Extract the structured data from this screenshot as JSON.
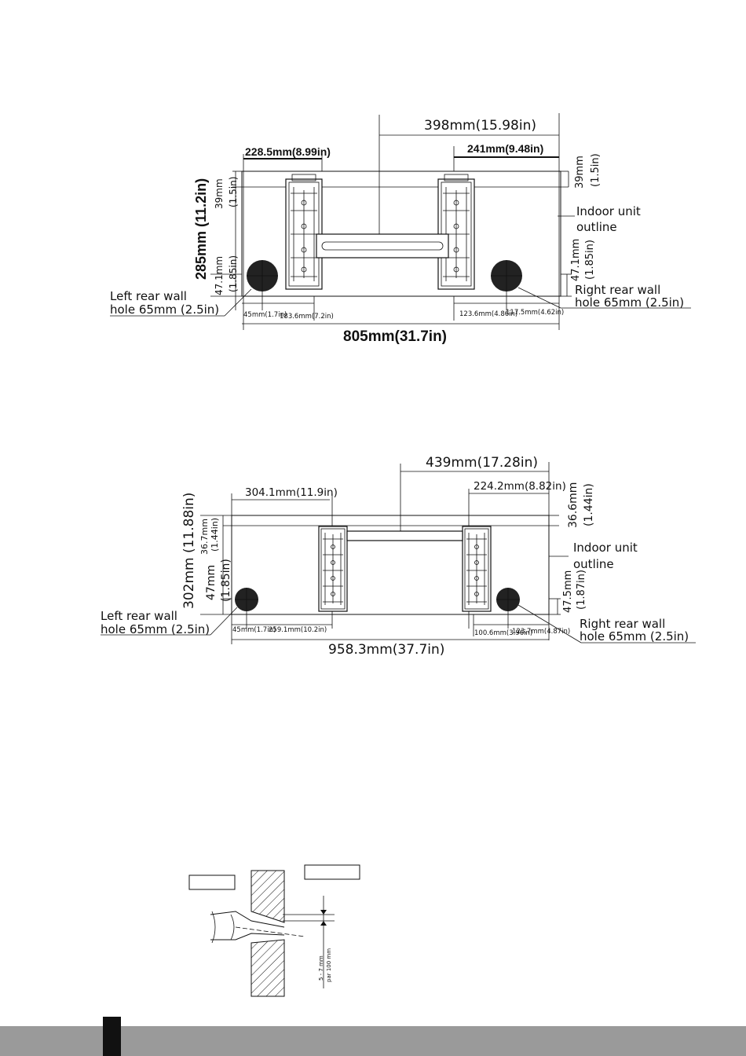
{
  "diagram1": {
    "top_dim": "398mm(15.98in)",
    "left_bracket_dim": "228.5mm(8.99in)",
    "right_bracket_dim": "241mm(9.48in)",
    "right_top_offset": "39mm",
    "right_top_offset_in": "(1.5in)",
    "left_top_offset": "39mm",
    "left_top_offset_in": "(1.5in)",
    "height_dim": "285mm (11.2in)",
    "left_hole_height": "47.1mm",
    "left_hole_height_in": "(1.85in)",
    "right_hole_height": "47.1mm",
    "right_hole_height_in": "(1.85in)",
    "indoor_label_1": "Indoor unit",
    "indoor_label_2": "outline",
    "left_hole_label_1": "Left rear wall",
    "left_hole_label_2": "hole 65mm (2.5in)",
    "right_hole_label_1": "Right rear wall",
    "right_hole_label_2": "hole 65mm (2.5in)",
    "bottom_left_1": "45mm(1.7in)",
    "bottom_left_2": "183.6mm(7.2in)",
    "bottom_right_1": "123.6mm(4.86in)",
    "bottom_right_2": "117.5mm(4.62in)",
    "width_dim": "805mm(31.7in)"
  },
  "diagram2": {
    "top_dim": "439mm(17.28in)",
    "left_bracket_dim": "304.1mm(11.9in)",
    "right_bracket_dim": "224.2mm(8.82in)",
    "right_top_offset": "36.6mm",
    "right_top_offset_in": "(1.44in)",
    "left_top_offset": "36.7mm",
    "left_top_offset_in": "(1.44in)",
    "height_dim": "302mm (11.88in)",
    "left_hole_height": "47mm",
    "left_hole_height_in": "(1.85in)",
    "right_hole_height": "47.5mm",
    "right_hole_height_in": "(1.87in)",
    "indoor_label_1": "Indoor unit",
    "indoor_label_2": "outline",
    "left_hole_label_1": "Left rear wall",
    "left_hole_label_2": "hole 65mm (2.5in)",
    "right_hole_label_1": "Right rear wall",
    "right_hole_label_2": "hole 65mm (2.5in)",
    "bottom_left_1": "45mm(1.7in)",
    "bottom_left_2": "259.1mm(10.2in)",
    "bottom_right_1": "100.6mm(3.96in)",
    "bottom_right_2": "123.7mm(4.87in)",
    "width_dim": "958.3mm(37.7in)"
  },
  "diagram3": {
    "slope_label_1": "5 - 7 mm",
    "slope_label_2": "par 100 mm"
  }
}
